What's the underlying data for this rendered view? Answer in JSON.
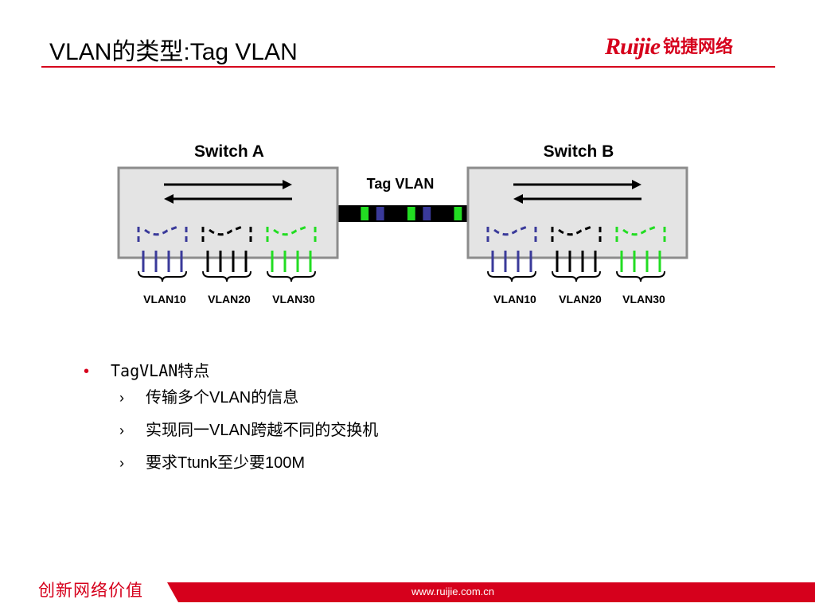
{
  "slide": {
    "title": "VLAN的类型:Tag VLAN",
    "logo": {
      "brand": "Ruijie",
      "cn": "锐捷网络"
    },
    "footer": {
      "slogan": "创新网络价值",
      "url": "www.ruijie.com.cn"
    }
  },
  "diagram": {
    "switch_a": {
      "label": "Switch A",
      "vlans": [
        "VLAN10",
        "VLAN20",
        "VLAN30"
      ]
    },
    "switch_b": {
      "label": "Switch B",
      "vlans": [
        "VLAN10",
        "VLAN20",
        "VLAN30"
      ]
    },
    "link_label": "Tag VLAN",
    "colors": {
      "vlan10": "#3a3a9a",
      "vlan20": "#000000",
      "vlan30": "#22dd22",
      "switch_fill": "#e4e4e4",
      "switch_border": "#8c8c8c"
    },
    "trunk_segments": [
      "vlan20",
      "vlan30",
      "vlan10",
      "vlan20",
      "vlan30",
      "vlan10",
      "vlan20",
      "vlan30"
    ]
  },
  "bullets": {
    "main": "TagVLAN特点",
    "items": [
      {
        "marker": "›",
        "text": "传输多个VLAN的信息"
      },
      {
        "marker": "›",
        "text": "实现同一VLAN跨越不同的交换机"
      },
      {
        "marker": "›",
        "text": "要求Ttunk至少要100M"
      }
    ]
  }
}
